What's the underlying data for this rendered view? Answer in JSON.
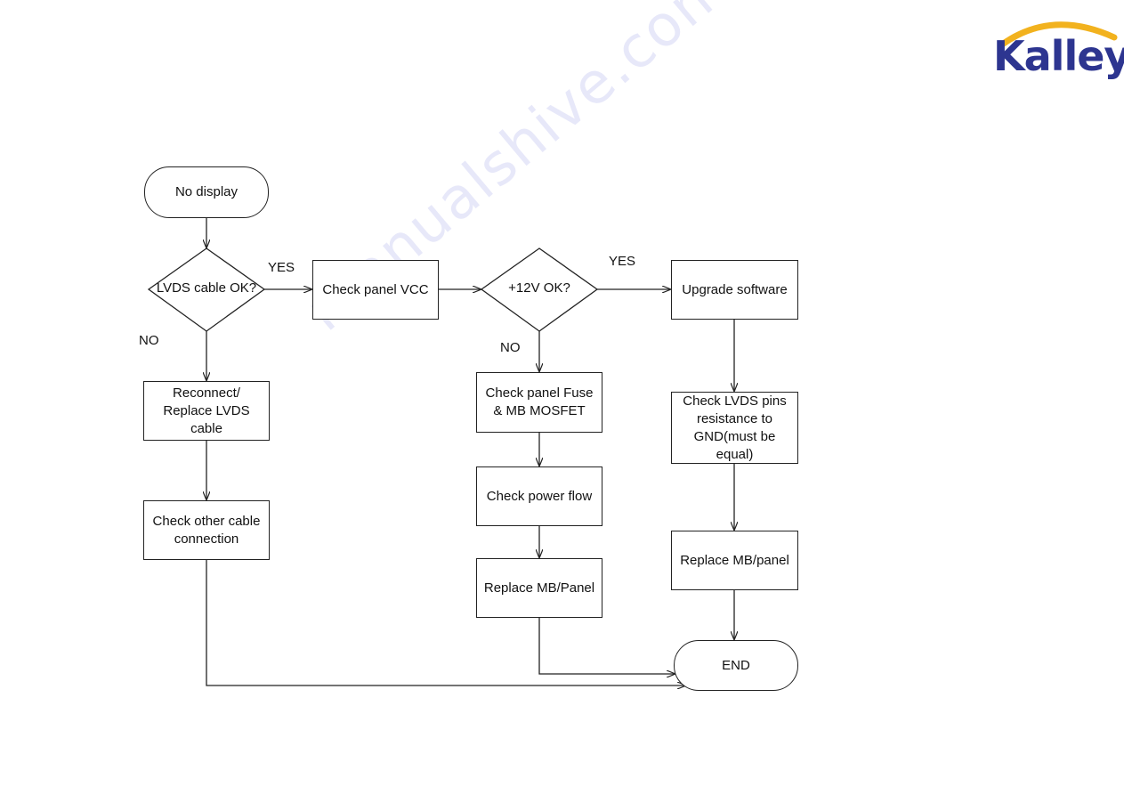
{
  "brand": {
    "logo_text": "Kalley",
    "logo_color": "#2d3590",
    "swoosh_color": "#f2b21e"
  },
  "watermark": {
    "text": "manualshive.com"
  },
  "nodes": {
    "start": "No display",
    "lvds_decision": "LVDS cable OK?",
    "check_vcc": "Check panel VCC",
    "v12_decision": "+12V OK?",
    "upgrade": "Upgrade software",
    "reconnect_l1": "Reconnect/",
    "reconnect_l2": "Replace LVDS",
    "reconnect_l3": "cable",
    "fuse_l1": "Check panel Fuse",
    "fuse_l2": "& MB MOSFET",
    "lvds_pins_l1": "Check LVDS pins",
    "lvds_pins_l2": "resistance to",
    "lvds_pins_l3": "GND(must be",
    "lvds_pins_l4": "equal)",
    "other_cable_l1": "Check other cable",
    "other_cable_l2": "connection",
    "power_flow": "Check power flow",
    "replace_mb_panel_mid": "Replace MB/Panel",
    "replace_mb_panel_right": "Replace MB/panel",
    "end": "END"
  },
  "edge_labels": {
    "yes_1": "YES",
    "yes_2": "YES",
    "no_1": "NO",
    "no_2": "NO"
  }
}
